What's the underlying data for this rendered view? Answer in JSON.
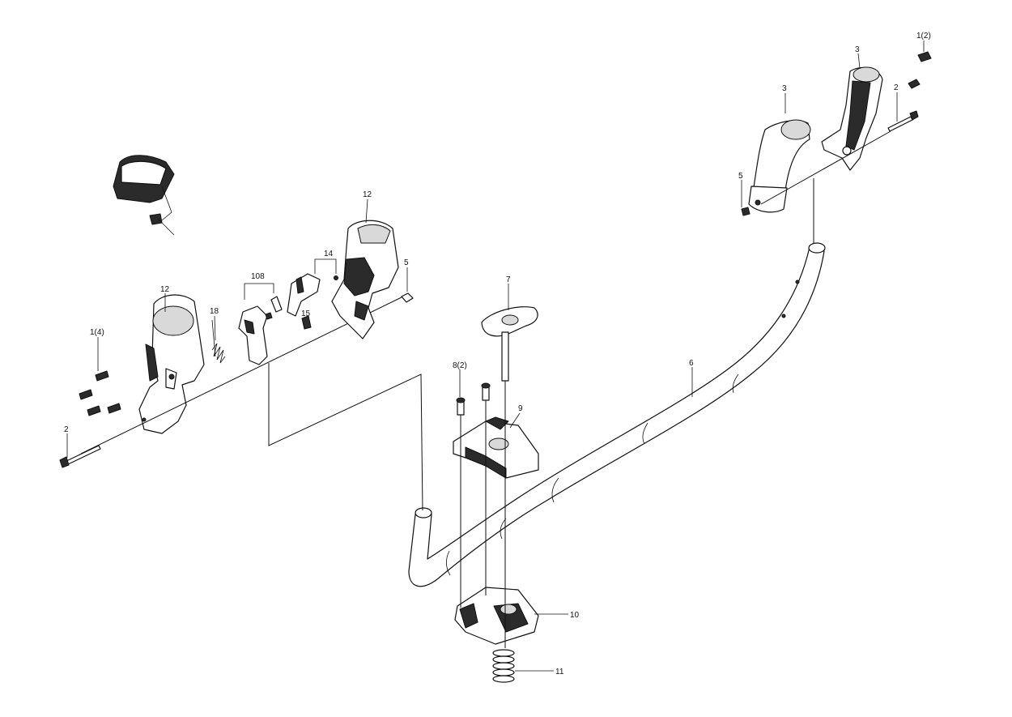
{
  "callouts": {
    "c1_2": "1(2)",
    "c3_right_outer": "3",
    "c3_right_inner": "3",
    "c2_right": "2",
    "c5_right": "5",
    "c12_top": "12",
    "c14": "14",
    "c5_left": "5",
    "c108": "108",
    "c12_left": "12",
    "c18": "18",
    "c15": "15",
    "c1_4": "1(4)",
    "c2_left": "2",
    "c7": "7",
    "c8_2": "8(2)",
    "c9": "9",
    "c6": "6",
    "c10": "10",
    "c11": "11"
  }
}
